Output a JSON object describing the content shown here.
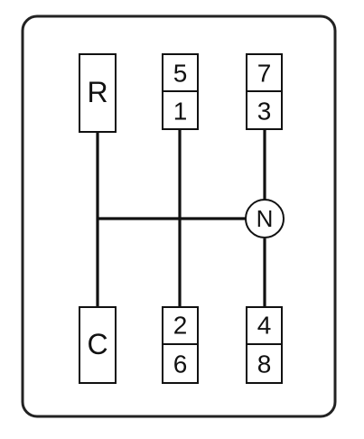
{
  "shift_pattern": {
    "reverse": "R",
    "creep": "C",
    "neutral": "N",
    "slots": {
      "left_top": "5",
      "left_bottom": "1",
      "right_top": "7",
      "right_bottom": "3",
      "lower_left_top": "2",
      "lower_left_bottom": "6",
      "lower_right_top": "4",
      "lower_right_bottom": "8"
    }
  }
}
